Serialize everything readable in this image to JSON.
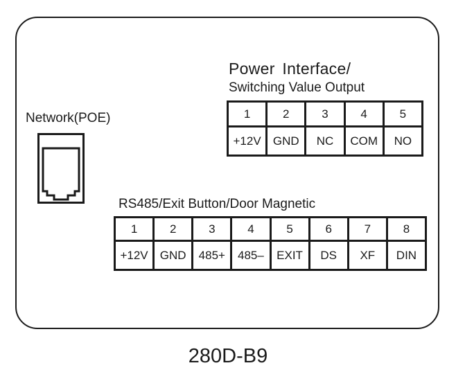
{
  "diagram": {
    "model": "280D-B9",
    "network": {
      "label": "Network(POE)",
      "icon": "rj45-port-icon"
    },
    "power_interface": {
      "title": "Power  Interface/",
      "subtitle": "Switching Value Output",
      "pins": [
        {
          "number": "1",
          "signal": "+12V"
        },
        {
          "number": "2",
          "signal": "GND"
        },
        {
          "number": "3",
          "signal": "NC"
        },
        {
          "number": "4",
          "signal": "COM"
        },
        {
          "number": "5",
          "signal": "NO"
        }
      ]
    },
    "rs485_interface": {
      "title": "RS485/Exit Button/Door Magnetic",
      "pins": [
        {
          "number": "1",
          "signal": "+12V"
        },
        {
          "number": "2",
          "signal": "GND"
        },
        {
          "number": "3",
          "signal": "485+"
        },
        {
          "number": "4",
          "signal": "485–"
        },
        {
          "number": "5",
          "signal": "EXIT"
        },
        {
          "number": "6",
          "signal": "DS"
        },
        {
          "number": "7",
          "signal": "XF"
        },
        {
          "number": "8",
          "signal": "DIN"
        }
      ]
    },
    "colors": {
      "line": "#1a1a1a",
      "background": "#ffffff"
    }
  }
}
